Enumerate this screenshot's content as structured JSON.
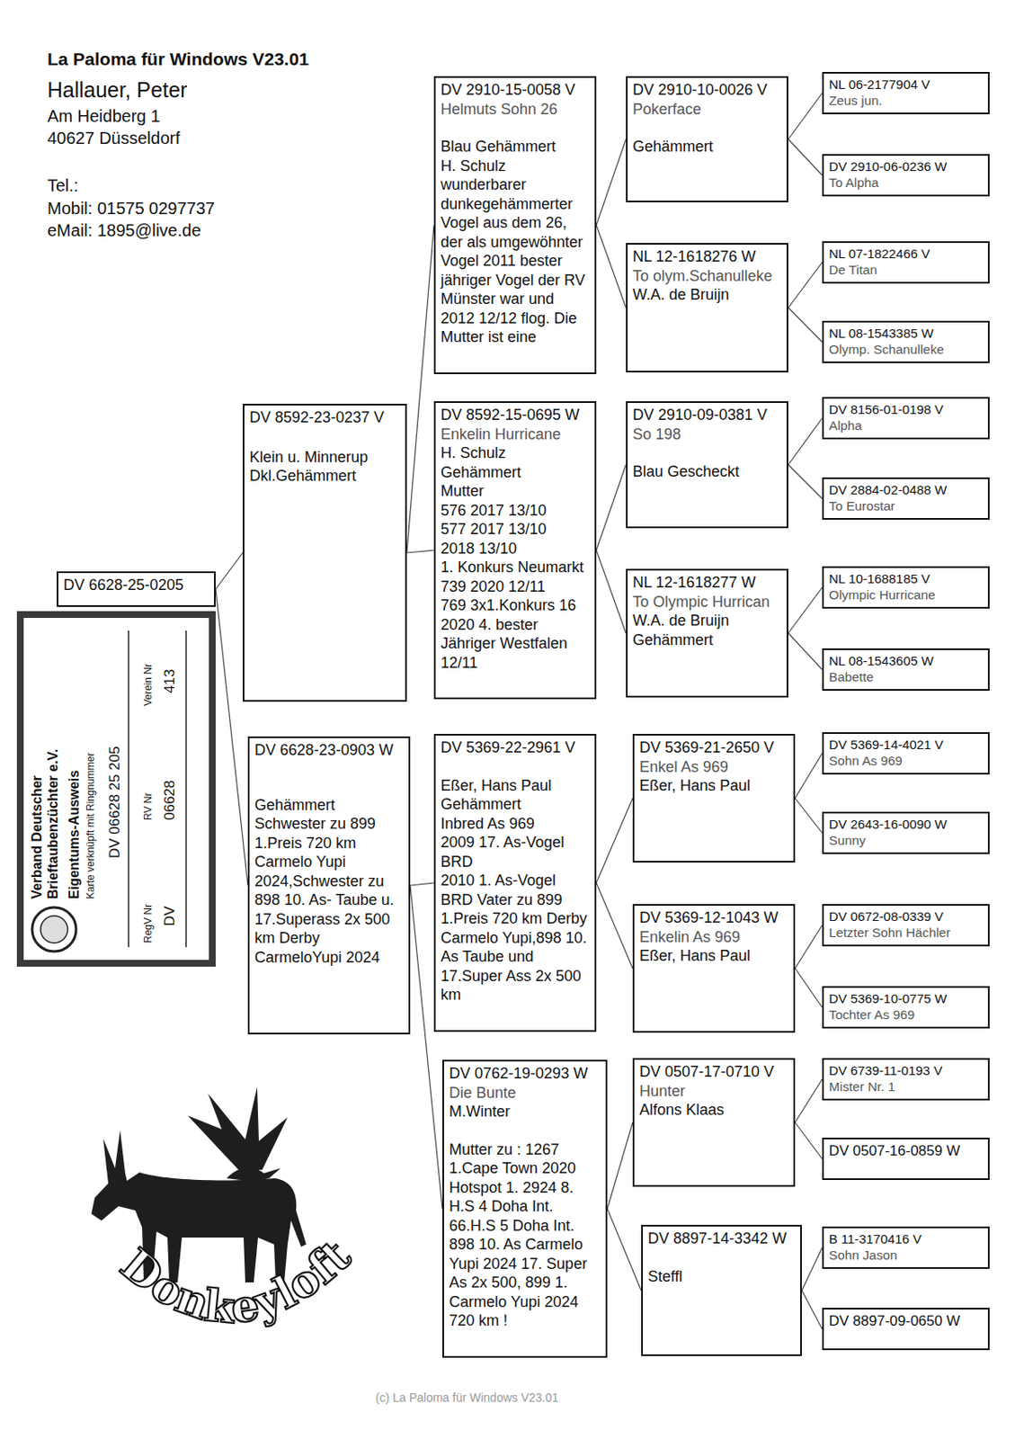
{
  "diagram": {
    "nodes": [
      {
        "text": [
          "DV 6628-25-0205"
        ]
      },
      {
        "text": [
          "DV 8592-23-0237 V",
          "Klein u. Minnerup",
          "Dkl.Gehämmert"
        ]
      },
      {
        "text": [
          "DV 6628-23-0903 W",
          "Gehämmert",
          "Schwester zu 899 1.Preis 720 km Carmelo Yupi 2024,Schwester zu 898 10. As- Taube u. 17.Superass 2x 500 km Derby CarmeloYupi 2024"
        ]
      },
      {
        "text": [
          "DV 2910-15-0058 V",
          "Helmuts Sohn 26",
          "Blau Gehämmert",
          "H. Schulz",
          "wunderbarer dunkegehämmerter Vogel aus dem 26, der als umgewöhnter Vogel 2011 bester jähriger Vogel der RV Münster war und 2012 12/12 flog. Die Mutter ist eine"
        ]
      },
      {
        "text": [
          "DV 8592-15-0695 W",
          "Enkelin Hurricane",
          "H. Schulz",
          "Gehämmert",
          "Mutter",
          "576 2017 13/10",
          "577 2017 13/10",
          "2018 13/10",
          "1. Konkurs Neumarkt",
          "739 2020 12/11",
          "769 3x1.Konkurs 16 2020 4. bester Jähriger Westfalen 12/11"
        ]
      },
      {
        "text": [
          "DV 5369-22-2961 V",
          "Eßer, Hans Paul",
          "Gehämmert",
          "Inbred As 969",
          "2009 17. As-Vogel BRD",
          "2010 1. As-Vogel BRD Vater zu 899 1.Preis 720 km Derby Carmelo Yupi,898 10. As Taube und 17.Super Ass 2x 500 km"
        ]
      },
      {
        "text": [
          "DV 0762-19-0293 W",
          "Die Bunte",
          "M.Winter",
          "Mutter zu : 1267",
          "1.Cape Town 2020",
          "Hotspot 1. 2924 8. H.S 4 Doha Int. 66.H.S 5 Doha Int. 898 10. As Carmelo Yupi 2024 17. Super As 2x 500, 899 1. Carmelo Yupi 2024 720 km !"
        ]
      },
      {
        "text": [
          "DV 2910-10-0026 V",
          "Pokerface",
          "Gehämmert"
        ]
      },
      {
        "text": [
          "NL 12-1618276 W",
          "To olym.Schanulleke",
          "W.A. de Bruijn"
        ]
      },
      {
        "text": [
          "DV 2910-09-0381 V",
          "So 198",
          "Blau Gescheckt"
        ]
      },
      {
        "text": [
          "NL 12-1618277 W",
          "To Olympic Hurrican",
          "W.A. de Bruijn",
          "Gehämmert"
        ]
      },
      {
        "text": [
          "DV 5369-21-2650 V",
          "Enkel As 969",
          "Eßer, Hans Paul"
        ]
      },
      {
        "text": [
          "DV 5369-12-1043 W",
          "Enkelin As 969",
          "Eßer, Hans Paul"
        ]
      },
      {
        "text": [
          "DV 0507-17-0710 V",
          "Hunter",
          "Alfons Klaas"
        ]
      },
      {
        "text": [
          "DV 8897-14-3342 W",
          "Steffl"
        ]
      },
      {
        "text": [
          "NL 06-2177904 V",
          "Zeus jun."
        ]
      },
      {
        "text": [
          "DV 2910-06-0236 W",
          "To Alpha"
        ]
      },
      {
        "text": [
          "NL 07-1822466 V",
          "De Titan"
        ]
      },
      {
        "text": [
          "NL 08-1543385 W",
          "Olymp. Schanulleke"
        ]
      },
      {
        "text": [
          "DV 8156-01-0198 V",
          "Alpha"
        ]
      },
      {
        "text": [
          "DV 2884-02-0488 W",
          "To Eurostar"
        ]
      },
      {
        "text": [
          "NL 10-1688185 V",
          "Olympic Hurricane"
        ]
      },
      {
        "text": [
          "NL 08-1543605 W",
          "Babette"
        ]
      },
      {
        "text": [
          "DV 5369-14-4021 V",
          "Sohn As 969"
        ]
      },
      {
        "text": [
          "DV 2643-16-0090 W",
          "Sunny"
        ]
      },
      {
        "text": [
          "DV 0672-08-0339 V",
          "Letzter Sohn Hächler"
        ]
      },
      {
        "text": [
          "DV 5369-10-0775 W",
          "Tochter As 969"
        ]
      },
      {
        "text": [
          "DV 6739-11-0193 V",
          "Mister Nr. 1"
        ]
      },
      {
        "text": [
          "DV 0507-16-0859 W"
        ]
      },
      {
        "text": [
          "B 11-3170416 V",
          "Sohn Jason"
        ]
      },
      {
        "text": [
          "DV 8897-09-0650 W"
        ]
      },
      {
        "text": [
          "Verband Deutscher Brieftaubenzüchter e.V.",
          "Eigentums-Ausweis",
          "Karte verknüpft mit Ringnummer",
          "DV 06628 25 205",
          "RegV Nr",
          "RV Nr",
          "Verein Nr",
          "DV",
          "06628",
          "413"
        ]
      }
    ],
    "edges": [
      {
        "from": 0,
        "to": 1,
        "arrow": "none"
      },
      {
        "from": 0,
        "to": 2,
        "arrow": "none"
      },
      {
        "from": 1,
        "to": 3,
        "arrow": "none"
      },
      {
        "from": 1,
        "to": 4,
        "arrow": "none"
      },
      {
        "from": 2,
        "to": 5,
        "arrow": "none"
      },
      {
        "from": 2,
        "to": 6,
        "arrow": "none"
      },
      {
        "from": 3,
        "to": 7,
        "arrow": "none"
      },
      {
        "from": 3,
        "to": 8,
        "arrow": "none"
      },
      {
        "from": 4,
        "to": 9,
        "arrow": "none"
      },
      {
        "from": 4,
        "to": 10,
        "arrow": "none"
      },
      {
        "from": 5,
        "to": 11,
        "arrow": "none"
      },
      {
        "from": 5,
        "to": 12,
        "arrow": "none"
      },
      {
        "from": 6,
        "to": 13,
        "arrow": "none"
      },
      {
        "from": 6,
        "to": 14,
        "arrow": "none"
      },
      {
        "from": 7,
        "to": 15,
        "arrow": "none"
      },
      {
        "from": 7,
        "to": 16,
        "arrow": "none"
      },
      {
        "from": 8,
        "to": 17,
        "arrow": "none"
      },
      {
        "from": 8,
        "to": 18,
        "arrow": "none"
      },
      {
        "from": 9,
        "to": 19,
        "arrow": "none"
      },
      {
        "from": 9,
        "to": 20,
        "arrow": "none"
      },
      {
        "from": 10,
        "to": 21,
        "arrow": "none"
      },
      {
        "from": 10,
        "to": 22,
        "arrow": "none"
      },
      {
        "from": 11,
        "to": 23,
        "arrow": "none"
      },
      {
        "from": 11,
        "to": 24,
        "arrow": "none"
      },
      {
        "from": 12,
        "to": 25,
        "arrow": "none"
      },
      {
        "from": 12,
        "to": 26,
        "arrow": "none"
      },
      {
        "from": 13,
        "to": 27,
        "arrow": "none"
      },
      {
        "from": 13,
        "to": 28,
        "arrow": "none"
      },
      {
        "from": 14,
        "to": 29,
        "arrow": "none"
      },
      {
        "from": 14,
        "to": 30,
        "arrow": "none"
      }
    ],
    "labels": [
      "La Paloma für Windows V23.01",
      "Hallauer, Peter",
      "Am Heidberg 1",
      "40627 Düsseldorf",
      "Tel.:",
      "Mobil: 01575 0297737",
      "eMail: 1895@live.de",
      "Donkeyloft",
      "(c) La Paloma für Windows V23.01"
    ]
  }
}
